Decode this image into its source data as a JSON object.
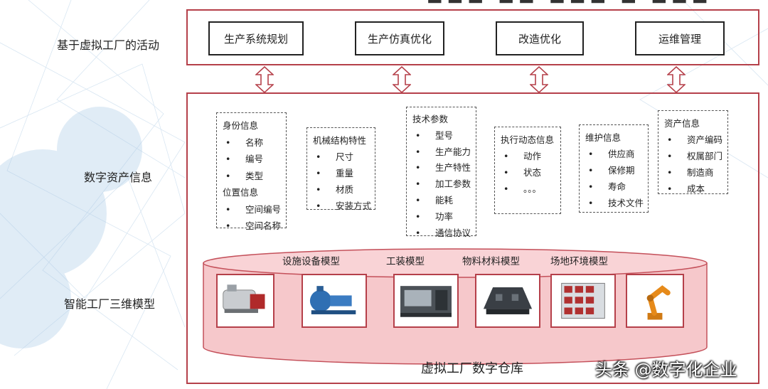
{
  "left_labels": {
    "activities": "基于虚拟工厂的活动",
    "asset_info": "数字资产信息",
    "models": "智能工厂三维模型"
  },
  "activities": [
    "生产系统规划",
    "生产仿真优化",
    "改造优化",
    "运维管理"
  ],
  "info_boxes": {
    "identity": {
      "heading1": "身份信息",
      "items1": [
        "名称",
        "编号",
        "类型"
      ],
      "heading2": "位置信息",
      "items2": [
        "空间编号",
        "空间名称"
      ]
    },
    "mechanical": {
      "heading": "机械结构特性",
      "items": [
        "尺寸",
        "重量",
        "材质",
        "安装方式"
      ]
    },
    "technical": {
      "heading": "技术参数",
      "items": [
        "型号",
        "生产能力",
        "生产特性",
        "加工参数",
        "能耗",
        "功率",
        "通信协议"
      ]
    },
    "execution": {
      "heading": "执行动态信息",
      "items": [
        "动作",
        "状态",
        "。。。"
      ]
    },
    "maintenance": {
      "heading": "维护信息",
      "items": [
        "供应商",
        "保修期",
        "寿命",
        "技术文件"
      ]
    },
    "asset": {
      "heading": "资产信息",
      "items": [
        "资产编码",
        "权属部门",
        "制造商",
        "成本"
      ]
    }
  },
  "model_labels": [
    "设施设备模型",
    "工装模型",
    "物料材料模型",
    "场地环境模型"
  ],
  "model_images": [
    "boiler-image",
    "pump-image",
    "cnc-machine-image",
    "fixture-image",
    "storage-rack-image",
    "robot-arm-image"
  ],
  "warehouse_label": "虚拟工厂数字仓库",
  "watermark": "头条 @数字化企业",
  "colors": {
    "frame": "#b5404a",
    "cylinder_fill": "#f6c8cb",
    "cylinder_stroke": "#c4505a"
  }
}
